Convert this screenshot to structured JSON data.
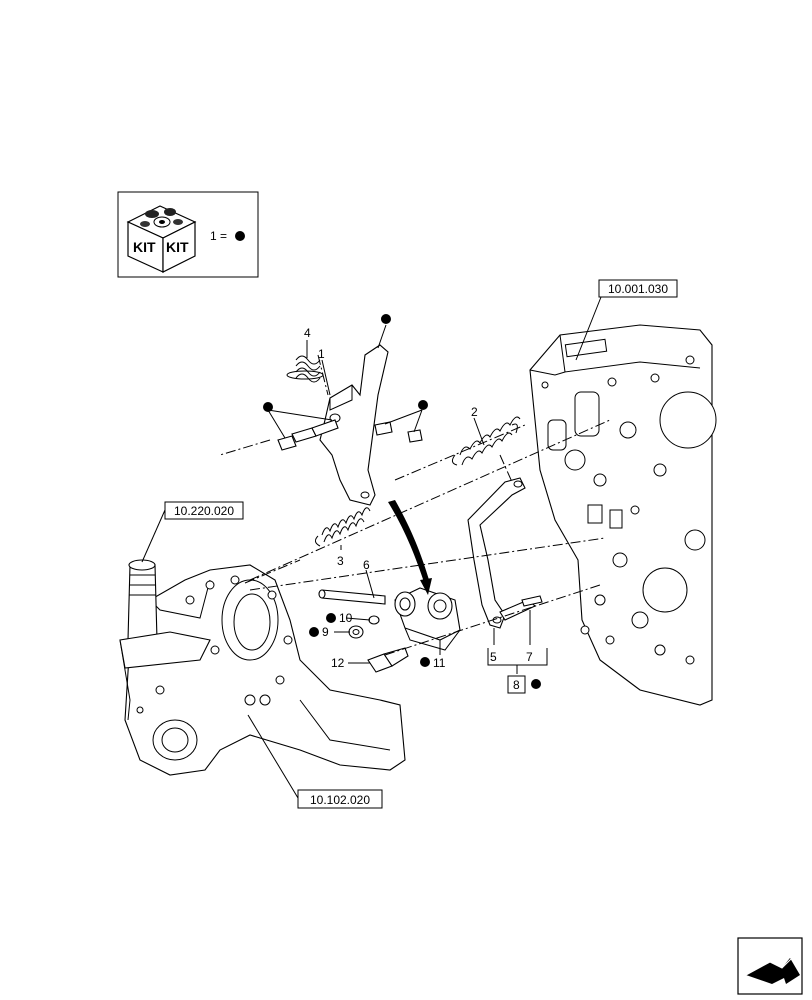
{
  "kit_legend": {
    "kit_text_left": "KIT",
    "kit_text_right": "KIT",
    "equation": "1 = ",
    "symbol": "filled-circle"
  },
  "references": {
    "gearbox_housing": "10.001.030",
    "shaft": "10.220.020",
    "front_housing": "10.102.020"
  },
  "callouts": {
    "c1": "1",
    "c2": "2",
    "c3": "3",
    "c4": "4",
    "c5": "5",
    "c6": "6",
    "c7": "7",
    "c8": "8",
    "c9": "9",
    "c10": "10",
    "c11": "11",
    "c12": "12"
  },
  "nav_icon": "next-page-arrow-icon"
}
